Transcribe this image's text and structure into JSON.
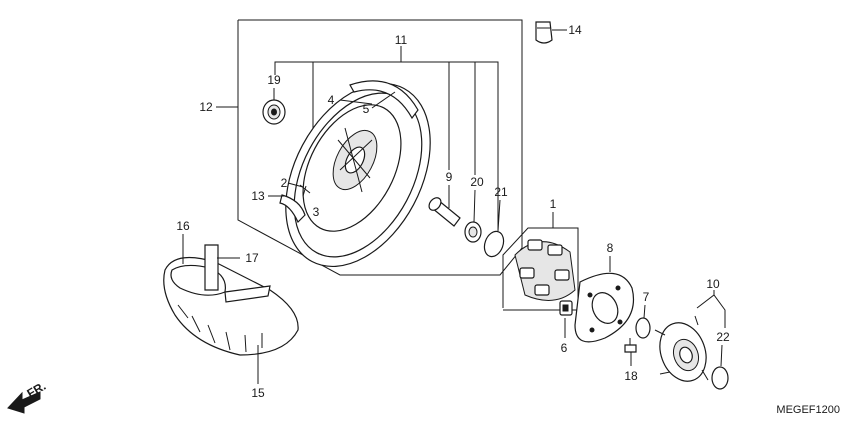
{
  "diagram": {
    "code": "MEGEF1200",
    "direction_label": "FR.",
    "callouts": [
      "1",
      "2",
      "3",
      "4",
      "5",
      "6",
      "7",
      "8",
      "9",
      "10",
      "11",
      "12",
      "13",
      "14",
      "15",
      "16",
      "17",
      "18",
      "19",
      "20",
      "21",
      "22"
    ]
  }
}
